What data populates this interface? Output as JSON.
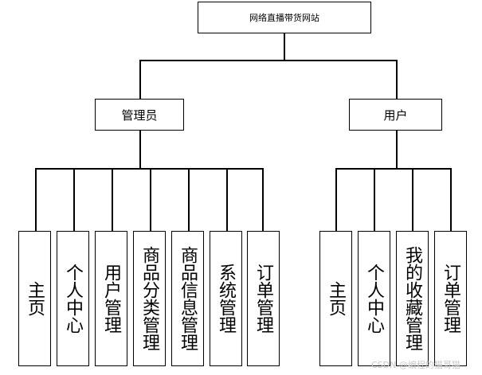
{
  "root": {
    "label": "网络直播带货网站"
  },
  "roles": [
    {
      "label": "管理员",
      "children": [
        "主页",
        "个人中心",
        "用户管理",
        "商品分类管理",
        "商品信息管理",
        "系统管理",
        "订单管理"
      ]
    },
    {
      "label": "用户",
      "children": [
        "主页",
        "个人中心",
        "我的收藏管理",
        "订单管理"
      ]
    }
  ],
  "watermark": "CSDN @编程的猫哥猫"
}
